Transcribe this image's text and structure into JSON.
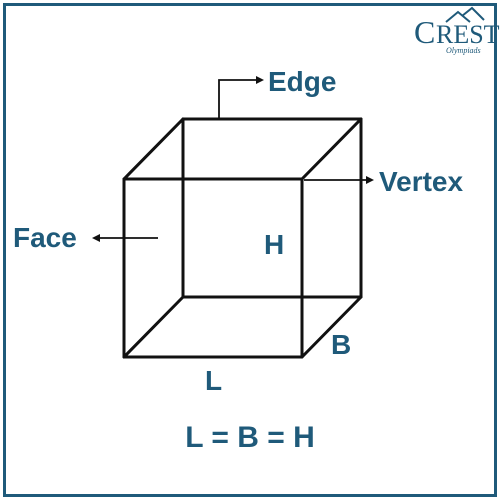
{
  "logo": {
    "text": "REST",
    "initial": "C",
    "subtitle": "Olympiads",
    "color": "#1f5a7a"
  },
  "labels": {
    "edge": "Edge",
    "vertex": "Vertex",
    "face": "Face",
    "height": "H",
    "breadth": "B",
    "length": "L"
  },
  "formula": "L = B = H",
  "colors": {
    "label": "#1f5a7a",
    "cube_line": "#111111",
    "border": "#1f5a7a"
  }
}
